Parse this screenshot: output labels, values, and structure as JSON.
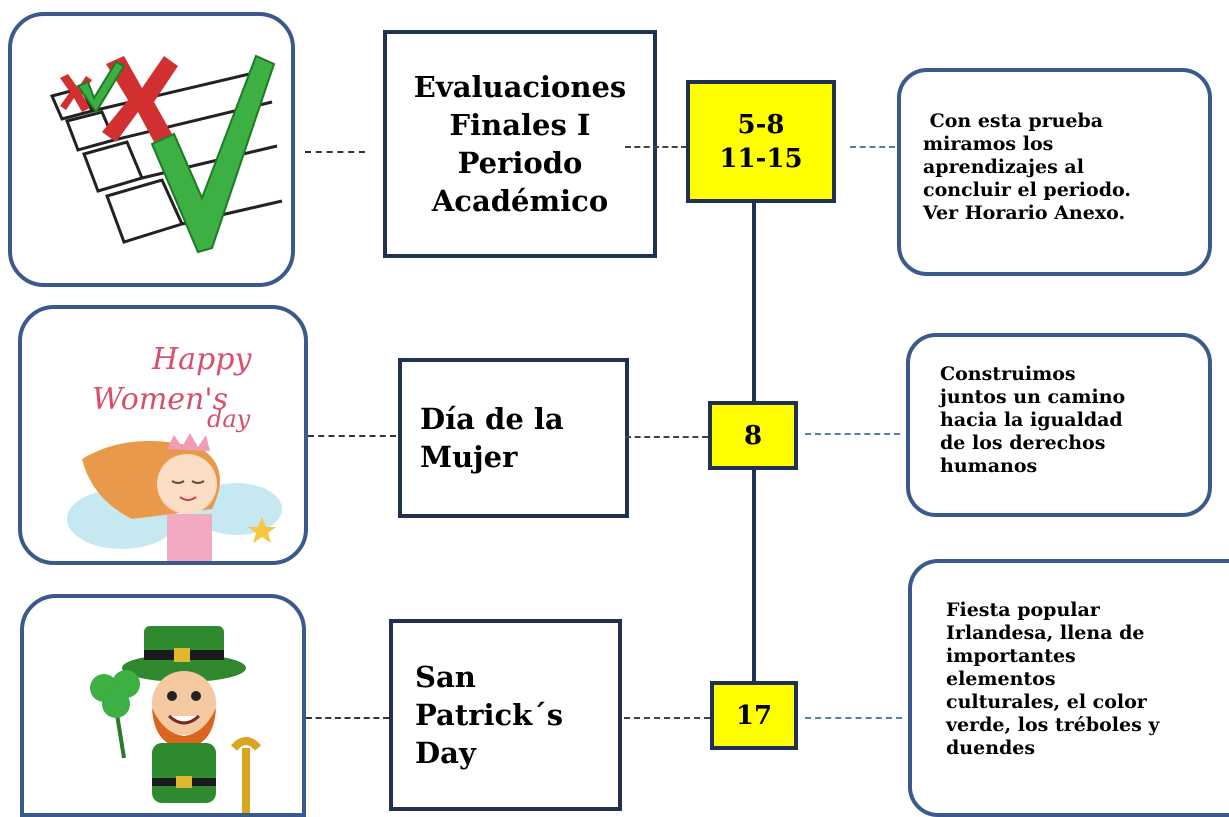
{
  "colors": {
    "accent_border": "#3a5a8c",
    "dark_border": "#1f3050",
    "date_fill": "#ffff00"
  },
  "rows": [
    {
      "image_icon": "checklist-icon",
      "title_lines": [
        "Evaluaciones",
        "Finales I",
        "Periodo",
        "Académico"
      ],
      "date_lines": [
        "5-8",
        "11-15"
      ],
      "desc_lines": [
        " Con esta prueba",
        "miramos los",
        "aprendizajes al",
        "concluir el periodo.",
        "Ver Horario Anexo."
      ]
    },
    {
      "image_icon": "womens-day-fairy-icon",
      "image_text_1": "Happy",
      "image_text_2": "Women's",
      "image_text_3": "day",
      "title_lines": [
        "Día de la",
        "Mujer"
      ],
      "date_lines": [
        "8"
      ],
      "desc_lines": [
        "Construimos",
        "juntos un camino",
        "hacia la igualdad",
        "de los derechos",
        "humanos"
      ]
    },
    {
      "image_icon": "leprechaun-icon",
      "title_lines": [
        "San",
        "Patrick´s",
        "Day"
      ],
      "date_lines": [
        "17"
      ],
      "desc_lines": [
        "Fiesta popular",
        "Irlandesa, llena de",
        "importantes",
        "elementos",
        "culturales, el color",
        "verde, los tréboles y",
        "duendes"
      ]
    }
  ]
}
